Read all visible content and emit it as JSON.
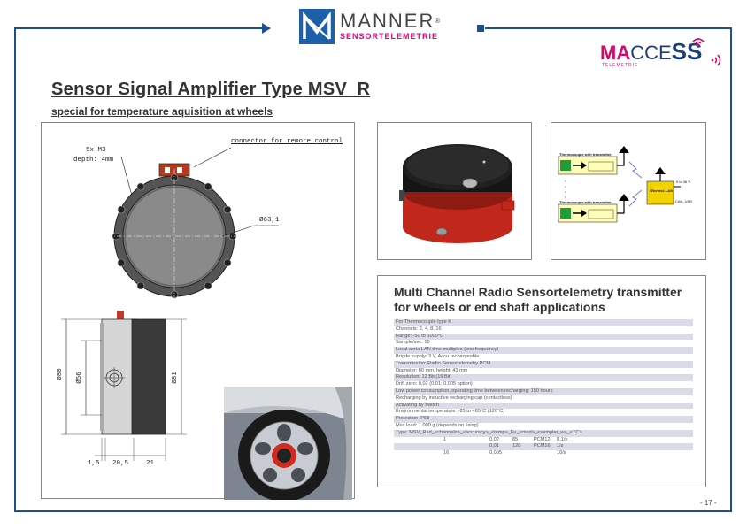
{
  "header": {
    "brand_name": "MANNER",
    "brand_reg": "®",
    "brand_sub": "SENSORTELEMETRIE",
    "maccess_ma": "MA",
    "maccess_cce": "CCE",
    "maccess_ss": "SS",
    "maccess_sub": "TELEMETRIE"
  },
  "title": "Sensor Signal Amplifier Type MSV_R",
  "subtitle": "special for temperature  aquisition at wheels",
  "drawing": {
    "label_screws_1": "5x M3",
    "label_screws_2": "depth: 4mm",
    "label_connector": "connector for remote control",
    "dim_outer_diameter": "Ø63,1",
    "dim_side_80": "Ø80",
    "dim_side_56": "Ø56",
    "dim_side_81": "Ø81",
    "dim_bottom_1": "1,5",
    "dim_bottom_2": "20,5",
    "dim_bottom_3": "21"
  },
  "diagram": {
    "block1": "Thermocouple with transmitter",
    "block2": "Thermocouple with transmitter",
    "receiver": "Wireless LAN",
    "supply": "9 to 36 V",
    "output": "CAN, USB"
  },
  "specs": {
    "title_line1": "Multi Channel Radio Sensortelemetry transmitter",
    "title_line2": "for wheels or end shaft applications",
    "rows": [
      "For Thermocouple type K",
      "Channels: 2, 4, 8, 16",
      "Range: -50 to 1000°C",
      "Sample/sec: 10",
      "Local aeria LAN time multiplex (one frequency)",
      "Brigde supply: 3 V, Accu rechargeable",
      "Transmission: Radio Sensortelemetry PCM",
      "Diameter: 80 mm, height: 43 mm",
      "Resolution: 12 Bit (16 Bit)",
      "Drift zero: 0,02 (0,01; 0,005 option)",
      "Low power consumption, operating time between recharging: 150 hours",
      "Recharging by inductive recharging cap (contactless)",
      "Activating by switch",
      "Environmental temperature: -25 to +85°C (120°C)",
      "Protection IP68",
      "Max load: 1.000 g (depends on fixing)",
      "Type: MSV_Rad_<channels>_<accuracy>_<temp>_Fu_<mod>_<sampler_wa_<TC>"
    ],
    "type_table": [
      [
        "1",
        "0,02",
        "85",
        "PCM12",
        "0,1/s"
      ],
      [
        "",
        "0,01",
        "120",
        "PCM16",
        "1/s"
      ],
      [
        "16",
        "0,005",
        "",
        "",
        "10/s"
      ]
    ]
  },
  "page_number": "- 17 -"
}
